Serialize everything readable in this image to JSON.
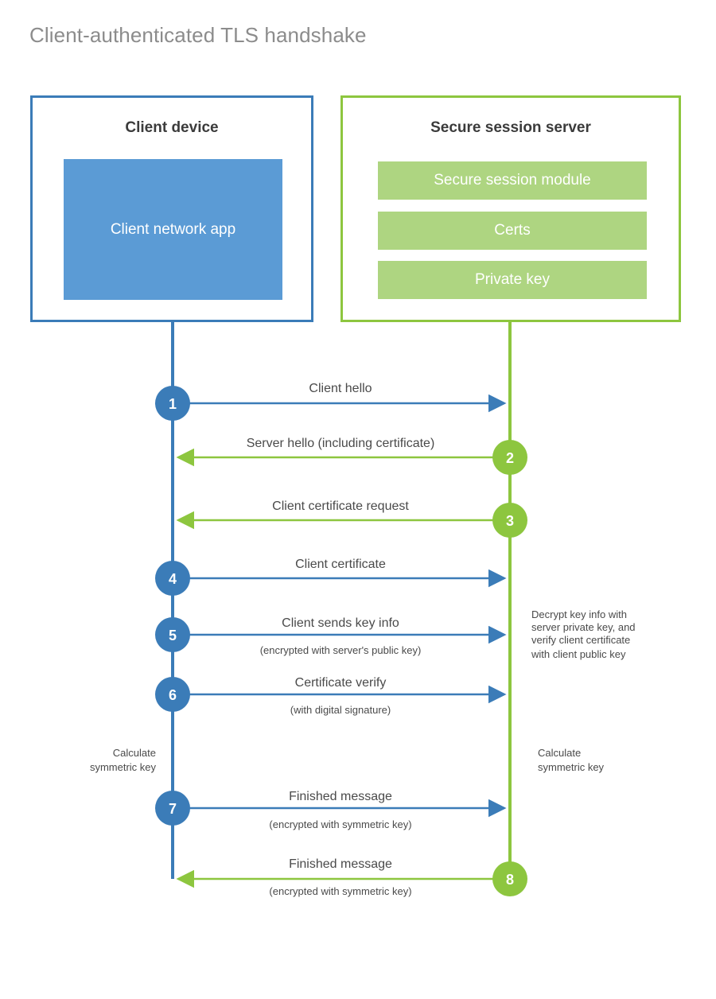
{
  "title": "Client-authenticated TLS handshake",
  "colors": {
    "client_blue": "#3b7cb8",
    "client_app_fill": "#5b9bd5",
    "server_green": "#8dc63f",
    "server_module_fill": "#aed581",
    "title_gray": "#8c8c8c",
    "text_gray": "#4a4a4a"
  },
  "participants": {
    "client": {
      "title": "Client device",
      "app_label": "Client network app"
    },
    "server": {
      "title": "Secure session server",
      "modules": [
        {
          "label": "Secure session module"
        },
        {
          "label": "Certs"
        },
        {
          "label": "Private key"
        }
      ]
    }
  },
  "messages": [
    {
      "num": "1",
      "label": "Client hello",
      "sublabel": "",
      "direction": "client-to-server",
      "color": "#3b7cb8"
    },
    {
      "num": "2",
      "label": "Server hello (including certificate)",
      "sublabel": "",
      "direction": "server-to-client",
      "color": "#8dc63f"
    },
    {
      "num": "3",
      "label": "Client certificate request",
      "sublabel": "",
      "direction": "server-to-client",
      "color": "#8dc63f"
    },
    {
      "num": "4",
      "label": "Client certificate",
      "sublabel": "",
      "direction": "client-to-server",
      "color": "#3b7cb8"
    },
    {
      "num": "5",
      "label": "Client sends key info",
      "sublabel": "(encrypted with server's public key)",
      "direction": "client-to-server",
      "color": "#3b7cb8"
    },
    {
      "num": "6",
      "label": "Certificate verify",
      "sublabel": "(with digital signature)",
      "direction": "client-to-server",
      "color": "#3b7cb8"
    },
    {
      "num": "7",
      "label": "Finished message",
      "sublabel": "(encrypted with symmetric key)",
      "direction": "client-to-server",
      "color": "#3b7cb8"
    },
    {
      "num": "8",
      "label": "Finished message",
      "sublabel": "(encrypted with symmetric key)",
      "direction": "server-to-client",
      "color": "#8dc63f"
    }
  ],
  "notes": {
    "server_decrypt": [
      "Decrypt key info with",
      "server private key, and",
      "verify client certificate",
      "with client public key"
    ],
    "client_calculate": [
      "Calculate",
      "symmetric key"
    ],
    "server_calculate": [
      "Calculate",
      "symmetric key"
    ]
  }
}
